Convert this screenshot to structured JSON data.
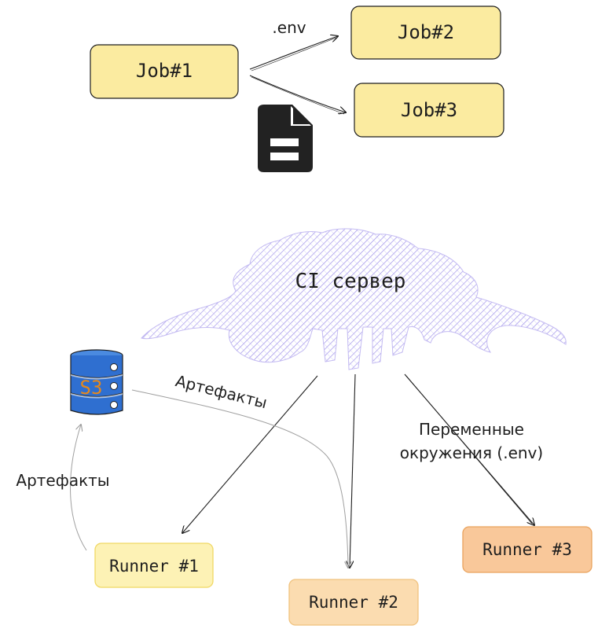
{
  "jobs": {
    "job1": "Job#1",
    "job2": "Job#2",
    "job3": "Job#3",
    "env_label": ".env",
    "file_icon": "file-document-icon"
  },
  "server": {
    "label": "CI сервер",
    "icon": "ci-server-cloud"
  },
  "storage": {
    "label": "S3",
    "icon": "database-icon"
  },
  "runners": {
    "r1": "Runner #1",
    "r2": "Runner #2",
    "r3": "Runner #3"
  },
  "edges": {
    "artifacts_server": "Артефакты",
    "artifacts_runner": "Артефакты",
    "env_line1": "Переменные",
    "env_line2": "окружения (.env)"
  },
  "colors": {
    "job_fill": "#fbeba0",
    "job_stroke": "#1e1e1e",
    "runner_fill": "#fdf2b5",
    "runner2_fill": "#fbdcb0",
    "runner3_fill": "#f9c89a",
    "cloud": "#b8aef0",
    "s3_blue": "#2f6fd0"
  }
}
